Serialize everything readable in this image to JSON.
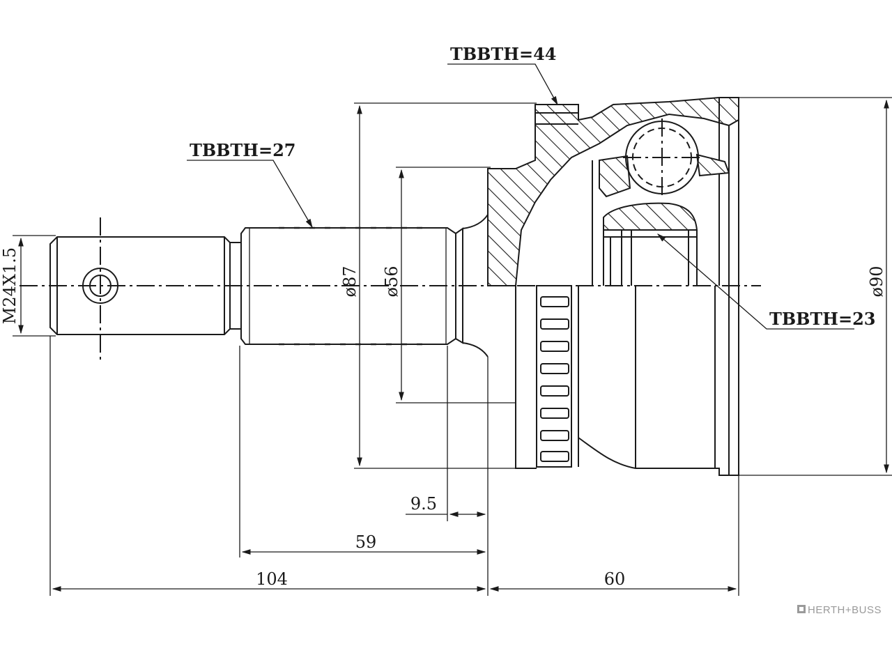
{
  "labels": {
    "teeth_44": "TBBTH=44",
    "teeth_27": "TBBTH=27",
    "teeth_23": "TBBTH=23"
  },
  "dimensions": {
    "thread": "M24X1.5",
    "dia_87": "ø87",
    "dia_56": "ø56",
    "dia_90": "ø90",
    "len_9_5": "9.5",
    "len_59": "59",
    "len_104": "104",
    "len_60": "60"
  },
  "brand": {
    "text": "HERTH+BUSS",
    "icon": "brand-logo-icon"
  },
  "colors": {
    "line": "#1a1a1a",
    "brand": "#9a9a9a"
  }
}
